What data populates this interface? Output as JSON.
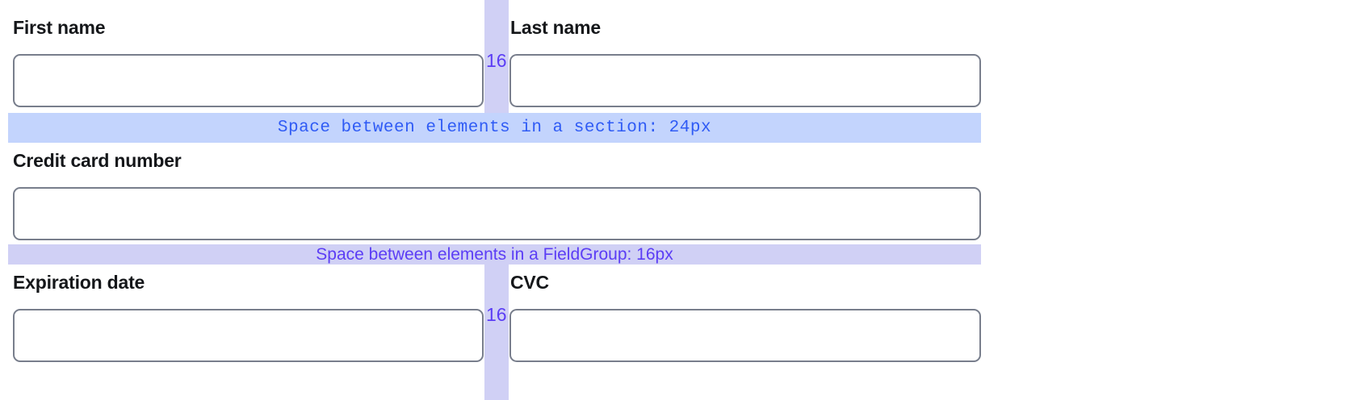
{
  "form": {
    "rows": [
      {
        "name": "name-row",
        "fields": [
          {
            "name": "first-name",
            "label": "First name",
            "value": "",
            "placeholder": ""
          },
          {
            "name": "last-name",
            "label": "Last name",
            "value": "",
            "placeholder": ""
          }
        ],
        "gap_label": "16"
      },
      {
        "name": "card-row",
        "fields": [
          {
            "name": "credit-card-number",
            "label": "Credit card number",
            "value": "",
            "placeholder": ""
          }
        ],
        "gap_label": ""
      },
      {
        "name": "expiry-row",
        "fields": [
          {
            "name": "expiration-date",
            "label": "Expiration date",
            "value": "",
            "placeholder": ""
          },
          {
            "name": "cvc",
            "label": "CVC",
            "value": "",
            "placeholder": ""
          }
        ],
        "gap_label": "16"
      }
    ]
  },
  "annotations": {
    "section_spacing": {
      "text": "Space between elements in a section: 24px",
      "band_color": "#c3d4fd",
      "text_color": "#2f5bf5"
    },
    "fieldgroup_spacing": {
      "text": "Space between elements in a FieldGroup: 16px",
      "band_color": "#d0d0f5",
      "text_color": "#5b3df5"
    },
    "column_gap_top": {
      "label": "16",
      "strip_color": "#d0d0f5",
      "text_color": "#5b3df5"
    },
    "column_gap_bottom": {
      "label": "16",
      "strip_color": "#d0d0f5",
      "text_color": "#5b3df5"
    }
  },
  "palette": {
    "input_border": "#787e8c",
    "label_text": "#15171a",
    "page_background": "#ffffff"
  }
}
